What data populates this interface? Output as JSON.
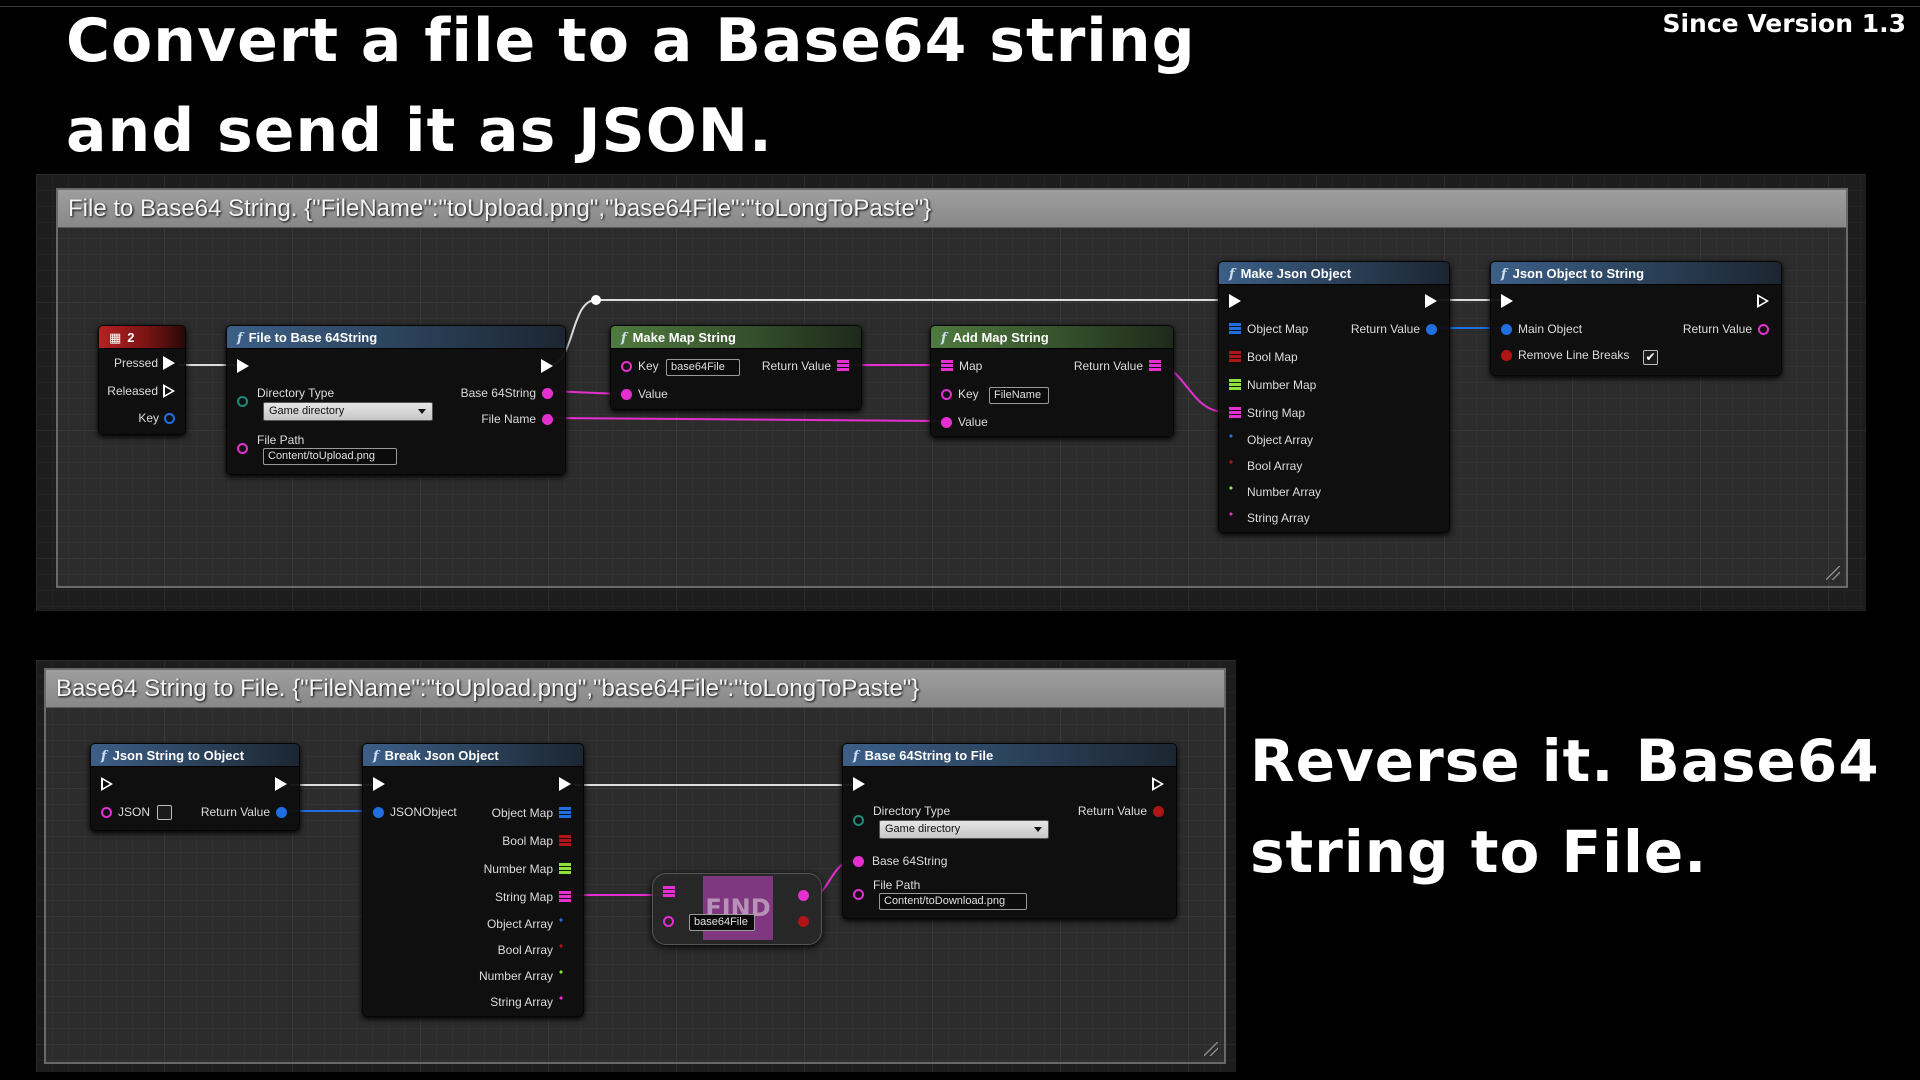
{
  "titles": {
    "line1": "Convert a file to a Base64 string",
    "line2": "and send it as JSON.",
    "version": "Since Version 1.3",
    "reverse_line1": "Reverse it. Base64",
    "reverse_line2": "string to File."
  },
  "graph1": {
    "comment": "File to Base64 String. {\"FileName\":\"toUpload.png\",\"base64File\":\"toLongToPaste\"}",
    "event_node": {
      "title": "2",
      "pressed": "Pressed",
      "released": "Released",
      "key": "Key"
    },
    "file_to_b64": {
      "title": "File to Base 64String",
      "dir_label": "Directory Type",
      "dir_value": "Game directory",
      "path_label": "File Path",
      "path_value": "Content/toUpload.png",
      "out_b64": "Base 64String",
      "out_name": "File Name"
    },
    "make_map": {
      "title": "Make Map String",
      "key_label": "Key",
      "key_value": "base64File",
      "value_label": "Value",
      "return_label": "Return Value"
    },
    "add_map": {
      "title": "Add Map String",
      "map_label": "Map",
      "key_label": "Key",
      "key_value": "FileName",
      "value_label": "Value",
      "return_label": "Return Value"
    },
    "make_json": {
      "title": "Make Json Object",
      "return_label": "Return Value",
      "inputs": [
        "Object Map",
        "Bool Map",
        "Number Map",
        "String Map",
        "Object Array",
        "Bool Array",
        "Number Array",
        "String Array"
      ]
    },
    "json_to_string": {
      "title": "Json Object to String",
      "main_label": "Main Object",
      "remove_label": "Remove Line Breaks",
      "remove_checked": "✔",
      "return_label": "Return Value"
    }
  },
  "graph2": {
    "comment": "Base64 String to File. {\"FileName\":\"toUpload.png\",\"base64File\":\"toLongToPaste\"}",
    "json_string_to_object": {
      "title": "Json String to Object",
      "json_label": "JSON",
      "return_label": "Return Value"
    },
    "break_json": {
      "title": "Break Json Object",
      "input_label": "JSONObject",
      "outputs": [
        "Object Map",
        "Bool Map",
        "Number Map",
        "String Map",
        "Object Array",
        "Bool Array",
        "Number Array",
        "String Array"
      ]
    },
    "find": {
      "label": "FIND",
      "key_value": "base64File"
    },
    "b64_to_file": {
      "title": "Base 64String to File",
      "dir_label": "Directory Type",
      "dir_value": "Game directory",
      "b64_label": "Base 64String",
      "path_label": "File Path",
      "path_value": "Content/toDownload.png",
      "return_label": "Return Value"
    }
  },
  "colors": {
    "string_pin": "#e52fd0",
    "object_pin": "#1f6fe0",
    "bool_pin": "#b01515",
    "number_pin": "#8ae23b",
    "exec_pin": "#ffffff"
  }
}
